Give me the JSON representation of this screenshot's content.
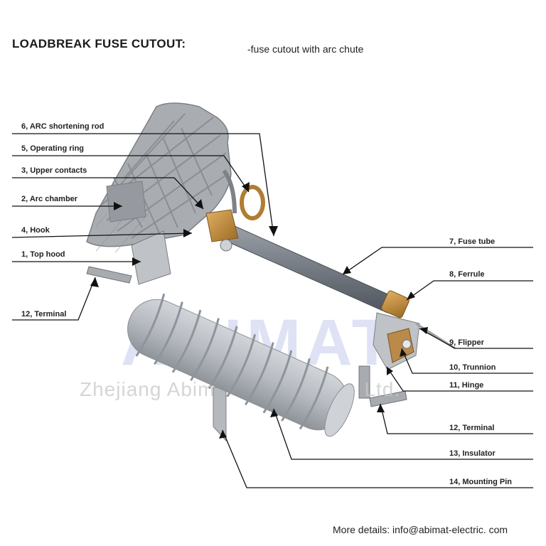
{
  "header": {
    "title": "LOADBREAK FUSE CUTOUT:",
    "subtitle": "-fuse cutout with arc chute"
  },
  "watermark": {
    "brand": "ABIMAT",
    "company_left": "Zhejiang Abim",
    "company_right": "Ltd."
  },
  "labels": {
    "arc_shortening_rod": "6, ARC shortening rod",
    "operating_ring": "5, Operating ring",
    "upper_contacts": "3, Upper contacts",
    "arc_chamber": "2, Arc chamber",
    "hook": "4, Hook",
    "top_hood": "1, Top hood",
    "terminal_left": "12, Terminal",
    "fuse_tube": "7, Fuse tube",
    "ferrule": "8, Ferrule",
    "flipper": "9, Flipper",
    "trunnion": "10, Trunnion",
    "hinge": "11, Hinge",
    "terminal_right": "12, Terminal",
    "insulator": "13, Insulator",
    "mounting_pin": "14, Mounting Pin"
  },
  "footer": {
    "details": "More details: info@abimat-electric. com"
  },
  "colors": {
    "insulator": "#b9bdc3",
    "arc_chamber": "#a9adb2",
    "brass": "#c08a3a",
    "fuse_tube": "#6f767e",
    "leader": "#111111"
  }
}
